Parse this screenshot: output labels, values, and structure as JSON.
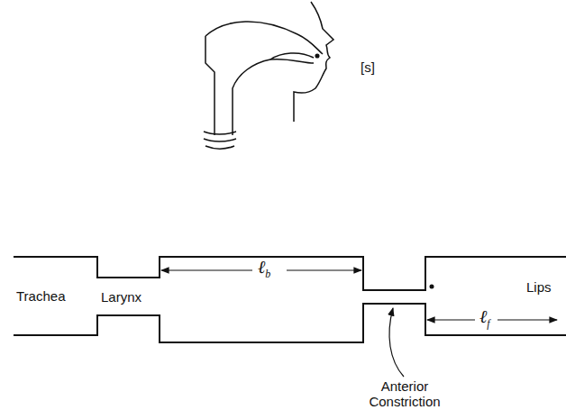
{
  "diagram": {
    "labels": [
      "[s]",
      "Trachea",
      "Larynx",
      "ℓb",
      "Lips",
      "ℓf",
      "Anterior Constriction"
    ]
  }
}
